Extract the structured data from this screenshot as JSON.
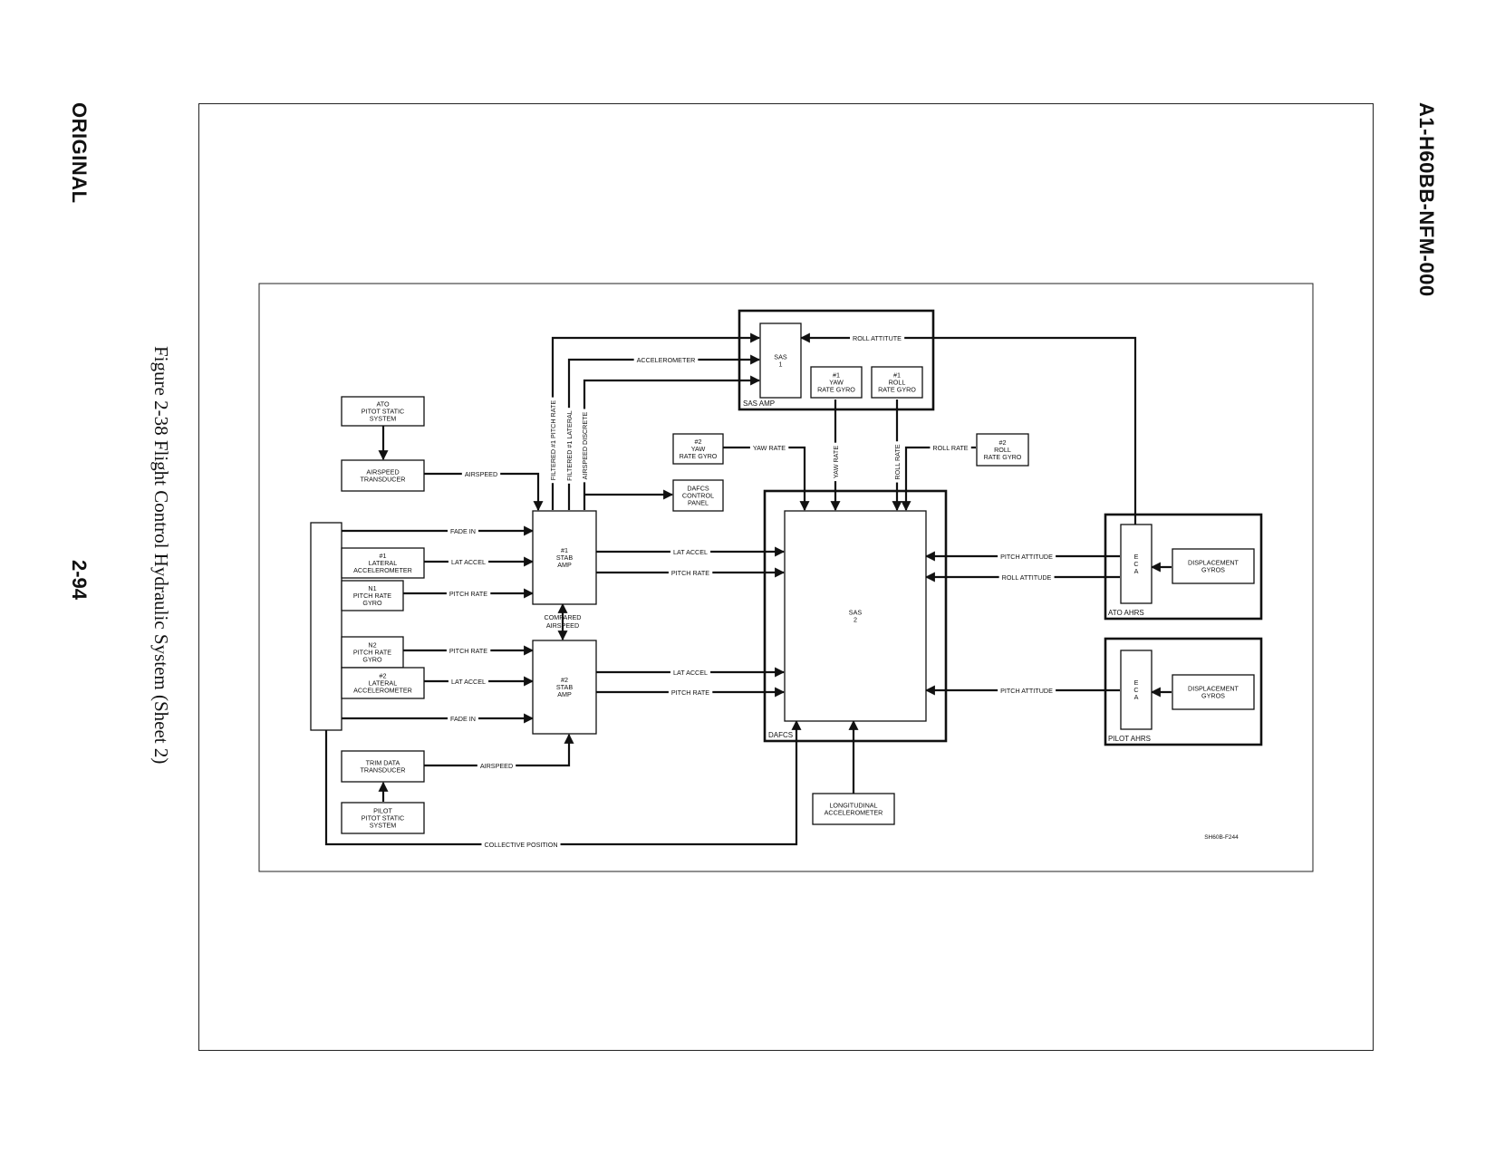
{
  "page": {
    "doc_id": "A1-H60BB-NFM-000",
    "status": "ORIGINAL",
    "page_number": "2-94",
    "caption": "Figure 2-38  Flight Control Hydraulic System (Sheet 2)"
  },
  "diagram": {
    "boxes": {
      "ato_pitot": [
        "ATO",
        "PITOT STATIC",
        "SYSTEM"
      ],
      "airspeed_transducer": [
        "AIRSPEED",
        "TRANSDUCER"
      ],
      "lat_accel_1": [
        "#1",
        "LATERAL",
        "ACCELEROMETER"
      ],
      "pitch_gyro_n1": [
        "N1",
        "PITCH RATE",
        "GYRO"
      ],
      "pitch_gyro_n2": [
        "N2",
        "PITCH RATE",
        "GYRO"
      ],
      "lat_accel_2": [
        "#2",
        "LATERAL",
        "ACCELEROMETER"
      ],
      "trim_transducer": [
        "TRIM DATA",
        "TRANSDUCER"
      ],
      "pilot_pitot": [
        "PILOT",
        "PITOT STATIC",
        "SYSTEM"
      ],
      "stab_amp_1": [
        "#1",
        "STAB",
        "AMP"
      ],
      "stab_amp_2": [
        "#2",
        "STAB",
        "AMP"
      ],
      "sas1": [
        "SAS",
        "1"
      ],
      "yaw_gyro_1": [
        "#1",
        "YAW",
        "RATE GYRO"
      ],
      "roll_gyro_1": [
        "#1",
        "ROLL",
        "RATE GYRO"
      ],
      "yaw_gyro_2": [
        "#2",
        "YAW",
        "RATE GYRO"
      ],
      "dafcs_panel": [
        "DAFCS",
        "CONTROL",
        "PANEL"
      ],
      "roll_gyro_2": [
        "#2",
        "ROLL",
        "RATE GYRO"
      ],
      "sas2": [
        "SAS",
        "2"
      ],
      "long_accel": [
        "LONGITUDINAL",
        "ACCELEROMETER"
      ],
      "eca_ato": [
        "E",
        "C",
        "A"
      ],
      "disp_gyros_ato": [
        "DISPLACEMENT",
        "GYROS"
      ],
      "eca_pilot": [
        "E",
        "C",
        "A"
      ],
      "disp_gyros_pilot": [
        "DISPLACEMENT",
        "GYROS"
      ]
    },
    "groups": {
      "sas_amp": "SAS AMP",
      "dafcs": "DAFCS",
      "ato_ahrs": "ATO AHRS",
      "pilot_ahrs": "PILOT AHRS"
    },
    "signals": {
      "airspeed_top": "AIRSPEED",
      "fade_in_top": "FADE IN",
      "lat_accel_top": "LAT ACCEL",
      "pitch_rate_top": "PITCH RATE",
      "pitch_rate_bottom": "PITCH RATE",
      "lat_accel_bottom": "LAT ACCEL",
      "fade_in_bottom": "FADE IN",
      "airspeed_bottom": "AIRSPEED",
      "compared_airspeed": [
        "COMPARED",
        "AIRSPEED"
      ],
      "amp1_lat_accel": "LAT ACCEL",
      "amp1_pitch_rate": "PITCH RATE",
      "amp2_lat_accel": "LAT ACCEL",
      "amp2_pitch_rate": "PITCH RATE",
      "accelerometer": "ACCELEROMETER",
      "roll_attitude": "ROLL  ATTITUTE",
      "filtered_pitch_rate": "FILTERED #1 PITCH RATE",
      "filtered_lateral": "FILTERED #1 LATERAL",
      "airspeed_discrete": "AIRSPEED  DISCRETE",
      "yaw_rate_h": "YAW RATE",
      "yaw_rate_v": "YAW RATE",
      "roll_rate_v": "ROLL RATE",
      "roll_rate_h": "ROLL RATE",
      "ato_pitch_attitude": "PITCH ATTITUDE",
      "ato_roll_attitude": "ROLL  ATTITUDE",
      "pilot_pitch_attitude": "PITCH ATTITUDE",
      "collective_position": "COLLECTIVE POSITION"
    },
    "figure_code": "SH60B-F244"
  }
}
